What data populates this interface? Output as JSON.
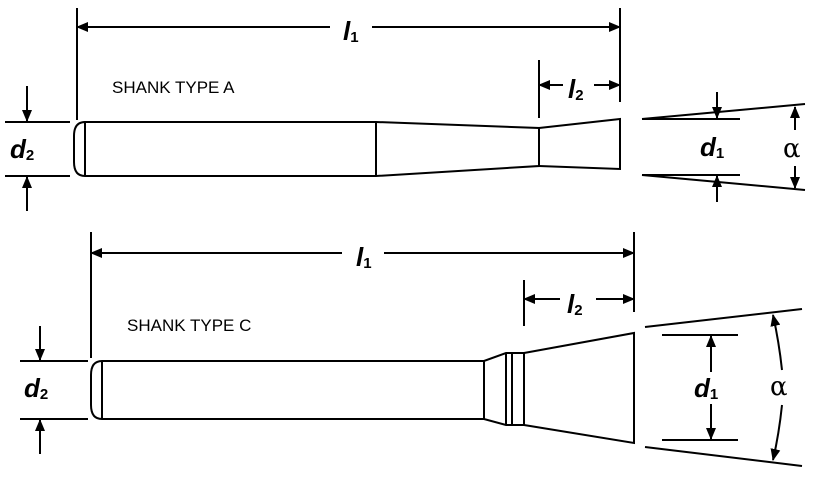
{
  "shank_a": {
    "caption": "SHANK TYPE A",
    "l1": {
      "letter": "l",
      "sub": "1"
    },
    "l2": {
      "letter": "l",
      "sub": "2"
    },
    "d1": {
      "letter": "d",
      "sub": "1"
    },
    "d2": {
      "letter": "d",
      "sub": "2"
    },
    "angle": "α"
  },
  "shank_c": {
    "caption": "SHANK TYPE C",
    "l1": {
      "letter": "l",
      "sub": "1"
    },
    "l2": {
      "letter": "l",
      "sub": "2"
    },
    "d1": {
      "letter": "d",
      "sub": "1"
    },
    "d2": {
      "letter": "d",
      "sub": "2"
    },
    "angle": "α"
  }
}
